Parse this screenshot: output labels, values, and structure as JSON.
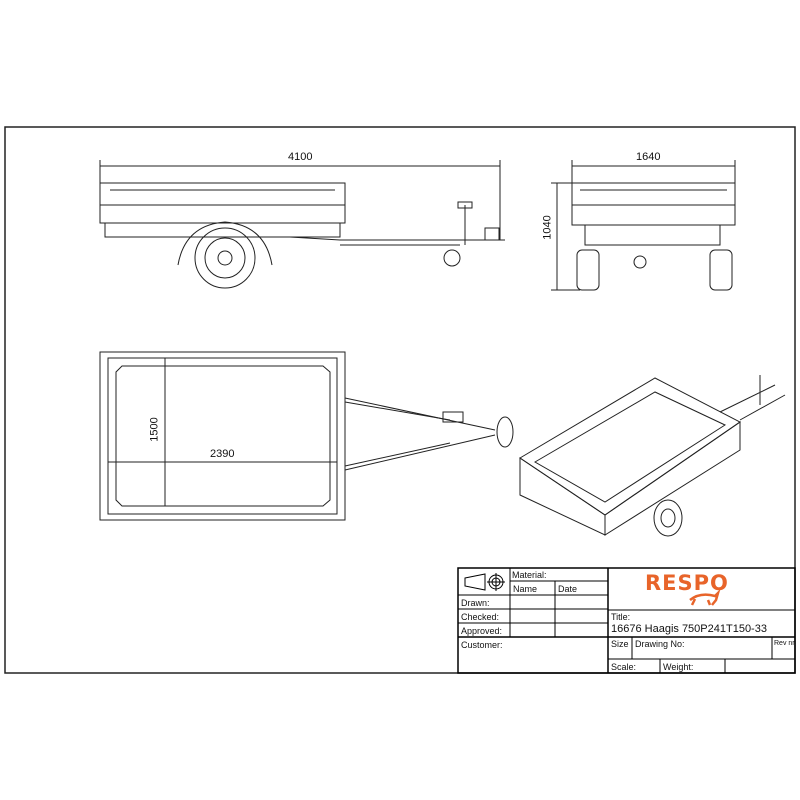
{
  "dimensions": {
    "length": "4100",
    "width": "1640",
    "height": "1040",
    "inner_length": "2390",
    "inner_width": "1500"
  },
  "title_block": {
    "material_label": "Material:",
    "name_label": "Name",
    "date_label": "Date",
    "drawn_label": "Drawn:",
    "checked_label": "Checked:",
    "approved_label": "Approved:",
    "customer_label": "Customer:",
    "logo_text": "RESPO",
    "title_label": "Title:",
    "title_value": "16676 Haagis 750P241T150-33",
    "size_label": "Size",
    "drawing_no_label": "Drawing No:",
    "rev_label": "Rev nr.",
    "scale_label": "Scale:",
    "weight_label": "Weight:"
  },
  "colors": {
    "brand": "#e8642a",
    "line": "#111111"
  }
}
